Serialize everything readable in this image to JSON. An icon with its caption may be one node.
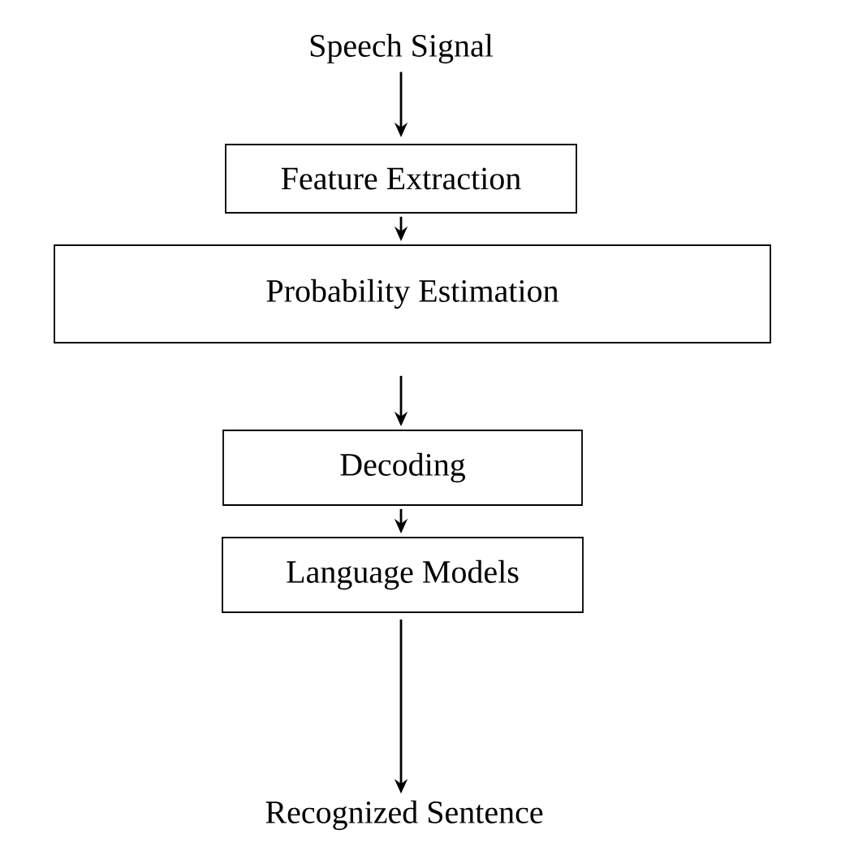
{
  "diagram": {
    "nodes": [
      {
        "text": [
          "Speech Signal"
        ]
      },
      {
        "text": [
          "Feature Extraction"
        ]
      },
      {
        "text": [
          "Probability Estimation"
        ]
      },
      {
        "text": [
          "Decoding"
        ]
      },
      {
        "text": [
          "Language Models"
        ]
      },
      {
        "text": [
          "Recognized Sentence"
        ]
      }
    ],
    "edges": [
      {
        "from": 0,
        "to": 1,
        "arrow": "to"
      },
      {
        "from": 1,
        "to": 2,
        "arrow": "to"
      },
      {
        "from": 2,
        "to": 3,
        "arrow": "to"
      },
      {
        "from": 3,
        "to": 4,
        "arrow": "to"
      },
      {
        "from": 4,
        "to": 5,
        "arrow": "to"
      }
    ]
  }
}
